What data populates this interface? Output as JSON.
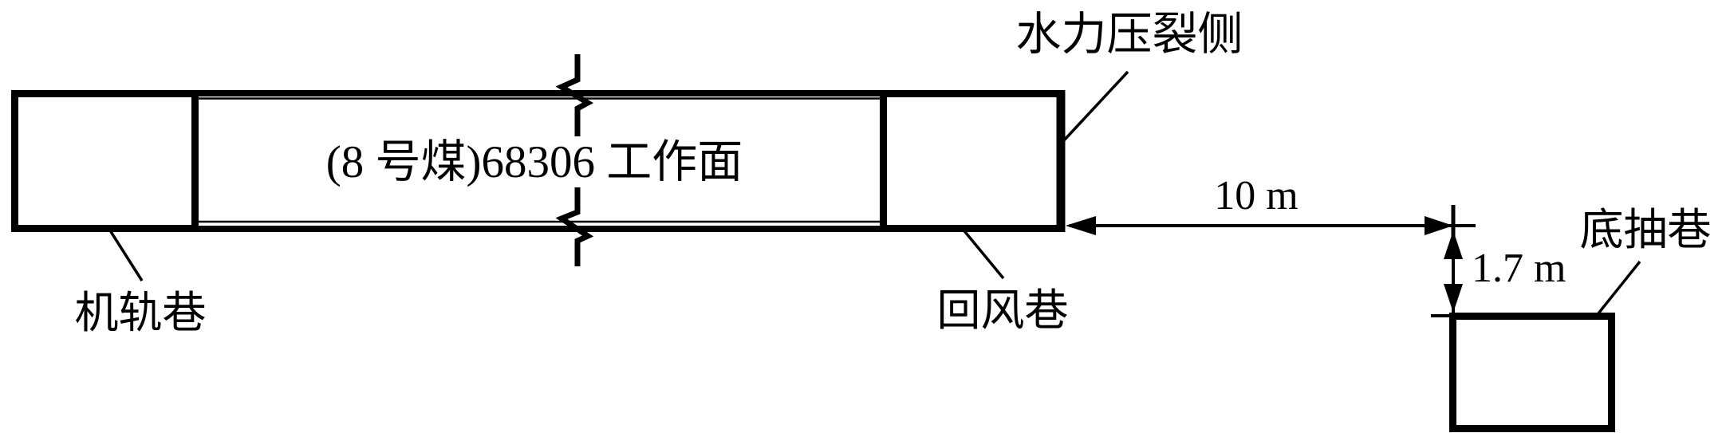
{
  "diagram": {
    "title_context": "coal-mine working face layout",
    "working_face_label": "(8 号煤)68306 工作面",
    "rail_roadway_label": "机轨巷",
    "return_airway_label": "回风巷",
    "hydraulic_fracturing_side_label": "水力压裂侧",
    "floor_drainage_roadway_label": "底抽巷",
    "dimensions": {
      "horizontal_distance": "10 m",
      "vertical_distance": "1.7 m"
    },
    "colors": {
      "ink": "#000000",
      "background": "#ffffff"
    }
  }
}
